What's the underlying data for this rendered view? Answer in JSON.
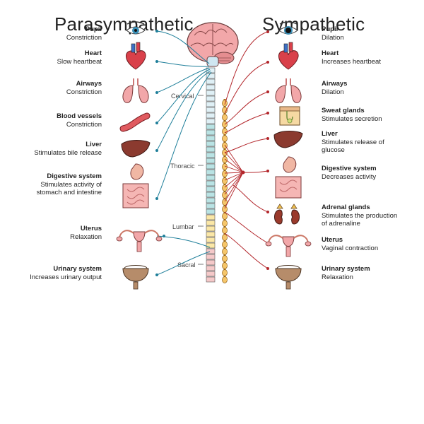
{
  "headings": {
    "left": "Parasympathetic",
    "right": "Sympathetic"
  },
  "spine_regions": [
    "Cervical",
    "Thoracic",
    "Lumbar",
    "Sacral"
  ],
  "parasympathetic": [
    {
      "id": "pupil",
      "title": "Pupil",
      "desc": "Constriction",
      "icon": "eye-icon"
    },
    {
      "id": "heart",
      "title": "Heart",
      "desc": "Slow heartbeat",
      "icon": "heart-icon"
    },
    {
      "id": "airways",
      "title": "Airways",
      "desc": "Constriction",
      "icon": "lungs-icon"
    },
    {
      "id": "blood-vessels",
      "title": "Blood vessels",
      "desc": "Constriction",
      "icon": "blood-vessel-icon"
    },
    {
      "id": "liver",
      "title": "Liver",
      "desc": "Stimulates bile release",
      "icon": "liver-icon"
    },
    {
      "id": "digestive",
      "title": "Digestive system",
      "desc": "Stimulates activity of\nstomach and intestine",
      "icon": "digestive-icon"
    },
    {
      "id": "uterus",
      "title": "Uterus",
      "desc": "Relaxation",
      "icon": "uterus-icon"
    },
    {
      "id": "urinary",
      "title": "Urinary system",
      "desc": "Increases urinary output",
      "icon": "bladder-icon"
    }
  ],
  "sympathetic": [
    {
      "id": "pupil",
      "title": "Pupil",
      "desc": "Dilation",
      "icon": "eye-icon"
    },
    {
      "id": "heart",
      "title": "Heart",
      "desc": "Increases heartbeat",
      "icon": "heart-icon"
    },
    {
      "id": "airways",
      "title": "Airways",
      "desc": "Dilation",
      "icon": "lungs-icon"
    },
    {
      "id": "sweat-glands",
      "title": "Sweat glands",
      "desc": "Stimulates secretion",
      "icon": "skin-icon"
    },
    {
      "id": "liver",
      "title": "Liver",
      "desc": "Stimulates release of\nglucose",
      "icon": "liver-icon"
    },
    {
      "id": "digestive",
      "title": "Digestive system",
      "desc": "Decreases activity",
      "icon": "digestive-icon"
    },
    {
      "id": "adrenal",
      "title": "Adrenal glands",
      "desc": "Stimulates the production\nof adrenaline",
      "icon": "kidney-icon"
    },
    {
      "id": "uterus",
      "title": "Uterus",
      "desc": "Vaginal contraction",
      "icon": "uterus-icon"
    },
    {
      "id": "urinary",
      "title": "Urinary system",
      "desc": "Relaxation",
      "icon": "bladder-icon"
    }
  ],
  "colors": {
    "parasympathetic_line": "#1f7f9a",
    "sympathetic_line": "#b3262b",
    "brain": "#f2a7a9",
    "spine_cervical": "#dff0f6",
    "spine_thoracic": "#b9e3e4",
    "spine_lumbar": "#fbe7a6",
    "spine_sacral": "#f5c9c9",
    "ganglia": "#f6c66a"
  }
}
